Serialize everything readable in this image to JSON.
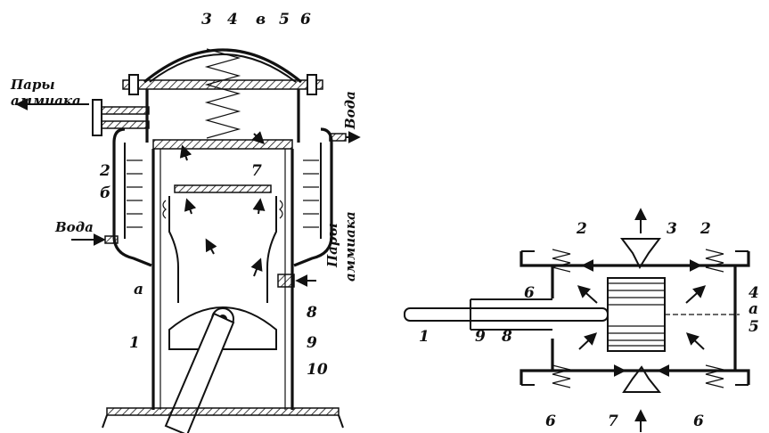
{
  "left_figure": {
    "labels": {
      "n3": "3",
      "n4": "4",
      "nv": "в",
      "n5": "5",
      "n6": "6",
      "n2": "2",
      "nb": "б",
      "n7": "7",
      "na": "а",
      "n8": "8",
      "n9": "9",
      "n1": "1",
      "n10": "10"
    },
    "ammonia_out_line1": "Пары",
    "ammonia_out_line2": "аммиака",
    "water_out": "Вода",
    "water_in": "Вода",
    "ammonia_in_line1": "Пары",
    "ammonia_in_line2": "аммиака"
  },
  "right_figure": {
    "labels": {
      "n2a": "2",
      "n3": "3",
      "n2b": "2",
      "n6top": "6",
      "n4": "4",
      "na": "а",
      "n5": "5",
      "n1": "1",
      "n9": "9",
      "n8": "8",
      "n6a": "6",
      "n7": "7",
      "n6b": "6"
    }
  }
}
